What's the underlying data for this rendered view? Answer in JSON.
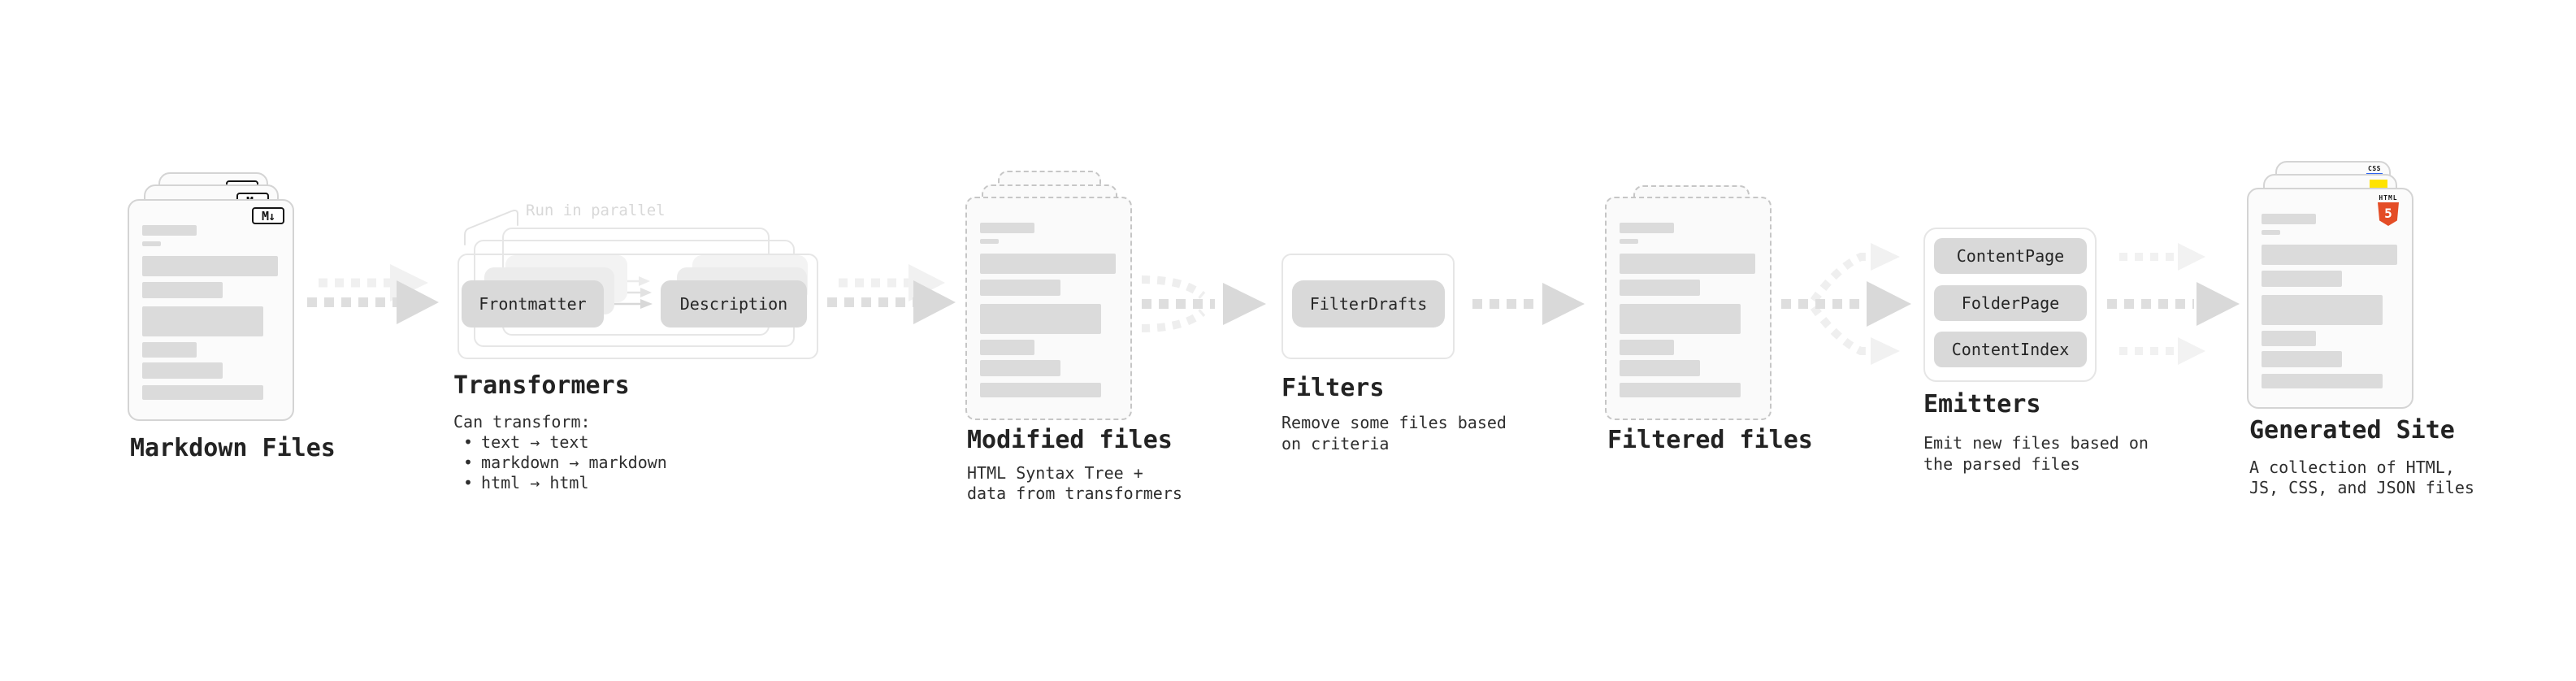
{
  "colors": {
    "ink": "#232323",
    "chip": "#d9d9d9",
    "html-orange": "#e44d26",
    "js-yellow": "#ffe300",
    "css-blue": "#2d63f1"
  },
  "markdown_files": {
    "title": "Markdown Files",
    "badge": "M↓"
  },
  "transformers": {
    "title": "Transformers",
    "callout": "Run in parallel",
    "chip_left": "Frontmatter",
    "chip_right": "Description",
    "desc_heading": "Can transform:",
    "bullet": "•",
    "bullets": [
      "text → text",
      "markdown → markdown",
      "html → html"
    ]
  },
  "modified_files": {
    "title": "Modified files",
    "desc": [
      "HTML Syntax Tree +",
      "data from transformers"
    ]
  },
  "filters": {
    "title": "Filters",
    "chip": "FilterDrafts",
    "desc": [
      "Remove some files based",
      "on criteria"
    ]
  },
  "filtered_files": {
    "title": "Filtered files"
  },
  "emitters": {
    "title": "Emitters",
    "chips": [
      "ContentPage",
      "FolderPage",
      "ContentIndex"
    ],
    "desc": [
      "Emit new files based on",
      "the parsed files"
    ]
  },
  "generated_site": {
    "title": "Generated Site",
    "html_label": "HTML",
    "html_number": "5",
    "css_label": "CSS",
    "desc": [
      "A collection of HTML,",
      "JS, CSS, and JSON files"
    ]
  }
}
